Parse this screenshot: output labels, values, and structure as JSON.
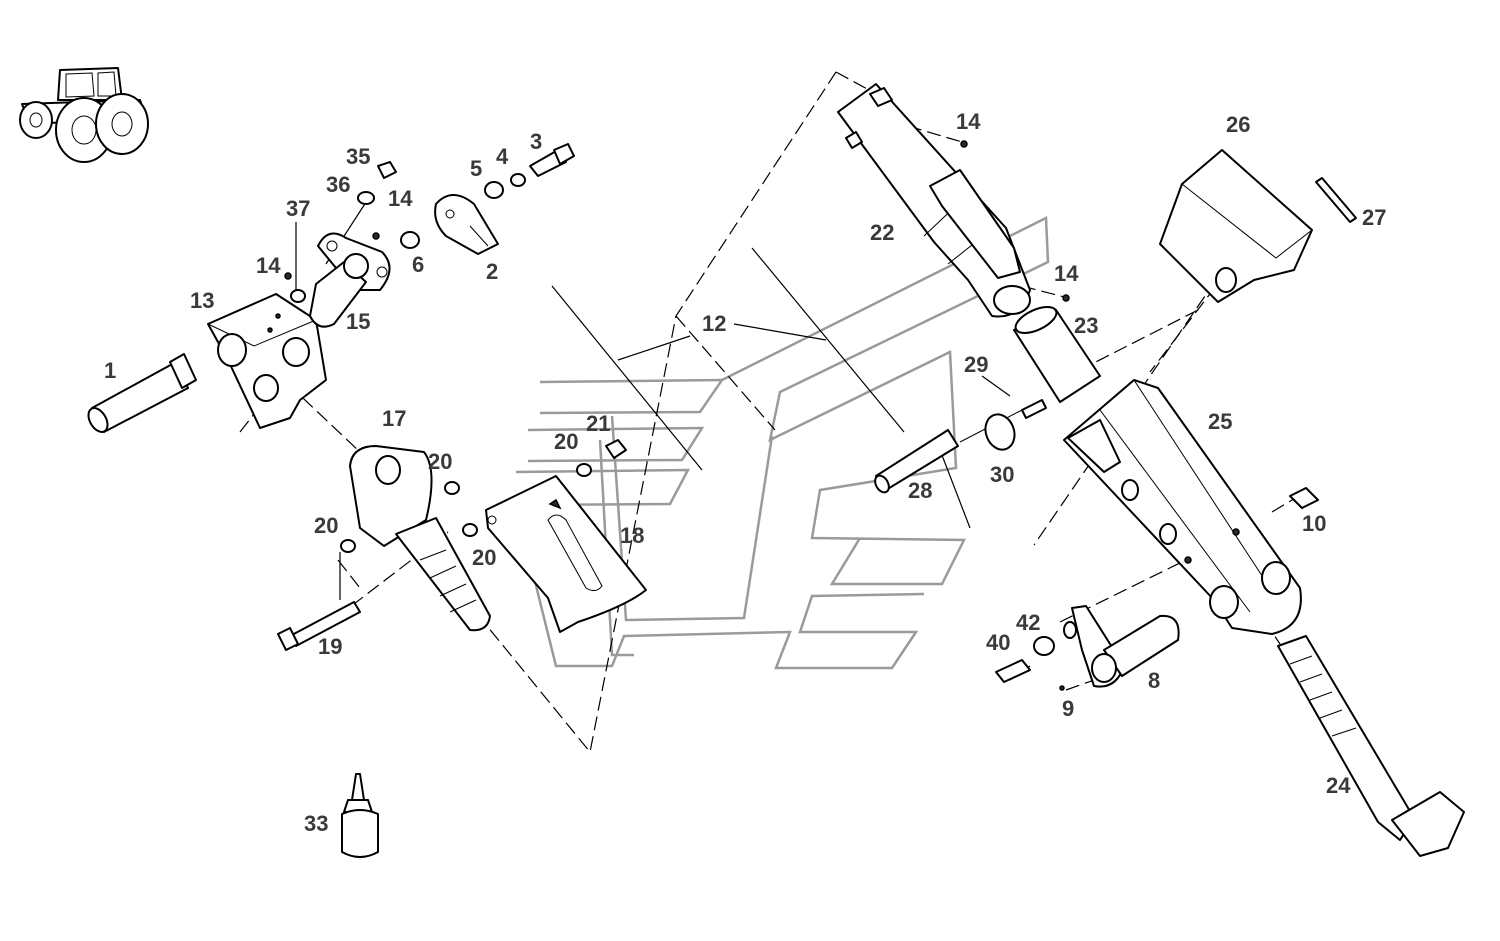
{
  "diagram": {
    "callouts": [
      {
        "id": "c1",
        "label": "1"
      },
      {
        "id": "c2",
        "label": "2"
      },
      {
        "id": "c3",
        "label": "3"
      },
      {
        "id": "c4",
        "label": "4"
      },
      {
        "id": "c5",
        "label": "5"
      },
      {
        "id": "c6",
        "label": "6"
      },
      {
        "id": "c8",
        "label": "8"
      },
      {
        "id": "c9",
        "label": "9"
      },
      {
        "id": "c10",
        "label": "10"
      },
      {
        "id": "c12",
        "label": "12"
      },
      {
        "id": "c13",
        "label": "13"
      },
      {
        "id": "c14a",
        "label": "14"
      },
      {
        "id": "c14b",
        "label": "14"
      },
      {
        "id": "c14c",
        "label": "14"
      },
      {
        "id": "c14d",
        "label": "14"
      },
      {
        "id": "c15",
        "label": "15"
      },
      {
        "id": "c17",
        "label": "17"
      },
      {
        "id": "c18",
        "label": "18"
      },
      {
        "id": "c19",
        "label": "19"
      },
      {
        "id": "c20a",
        "label": "20"
      },
      {
        "id": "c20b",
        "label": "20"
      },
      {
        "id": "c20c",
        "label": "20"
      },
      {
        "id": "c20d",
        "label": "20"
      },
      {
        "id": "c21",
        "label": "21"
      },
      {
        "id": "c22",
        "label": "22"
      },
      {
        "id": "c23",
        "label": "23"
      },
      {
        "id": "c24",
        "label": "24"
      },
      {
        "id": "c25",
        "label": "25"
      },
      {
        "id": "c26",
        "label": "26"
      },
      {
        "id": "c27",
        "label": "27"
      },
      {
        "id": "c28",
        "label": "28"
      },
      {
        "id": "c29",
        "label": "29"
      },
      {
        "id": "c30",
        "label": "30"
      },
      {
        "id": "c33",
        "label": "33"
      },
      {
        "id": "c35",
        "label": "35"
      },
      {
        "id": "c36",
        "label": "36"
      },
      {
        "id": "c37",
        "label": "37"
      },
      {
        "id": "c40",
        "label": "40"
      },
      {
        "id": "c42",
        "label": "42"
      }
    ]
  }
}
